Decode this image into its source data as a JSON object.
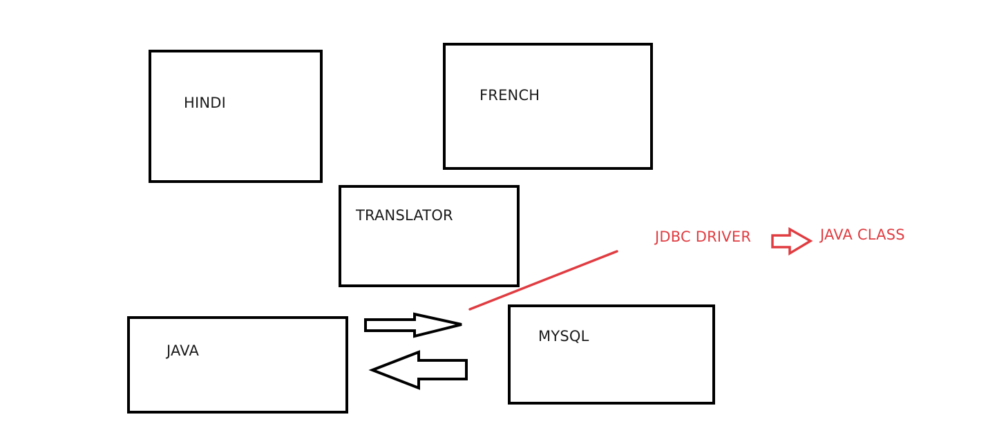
{
  "boxes": {
    "hindi": "HINDI",
    "french": "FRENCH",
    "translator": "TRANSLATOR",
    "java": "JAVA",
    "mysql": "MYSQL"
  },
  "annotations": {
    "jdbc_driver": "JDBC DRIVER",
    "java_class": "JAVA CLASS"
  },
  "colors": {
    "outline": "#000000",
    "annotation": "#e03c41"
  }
}
